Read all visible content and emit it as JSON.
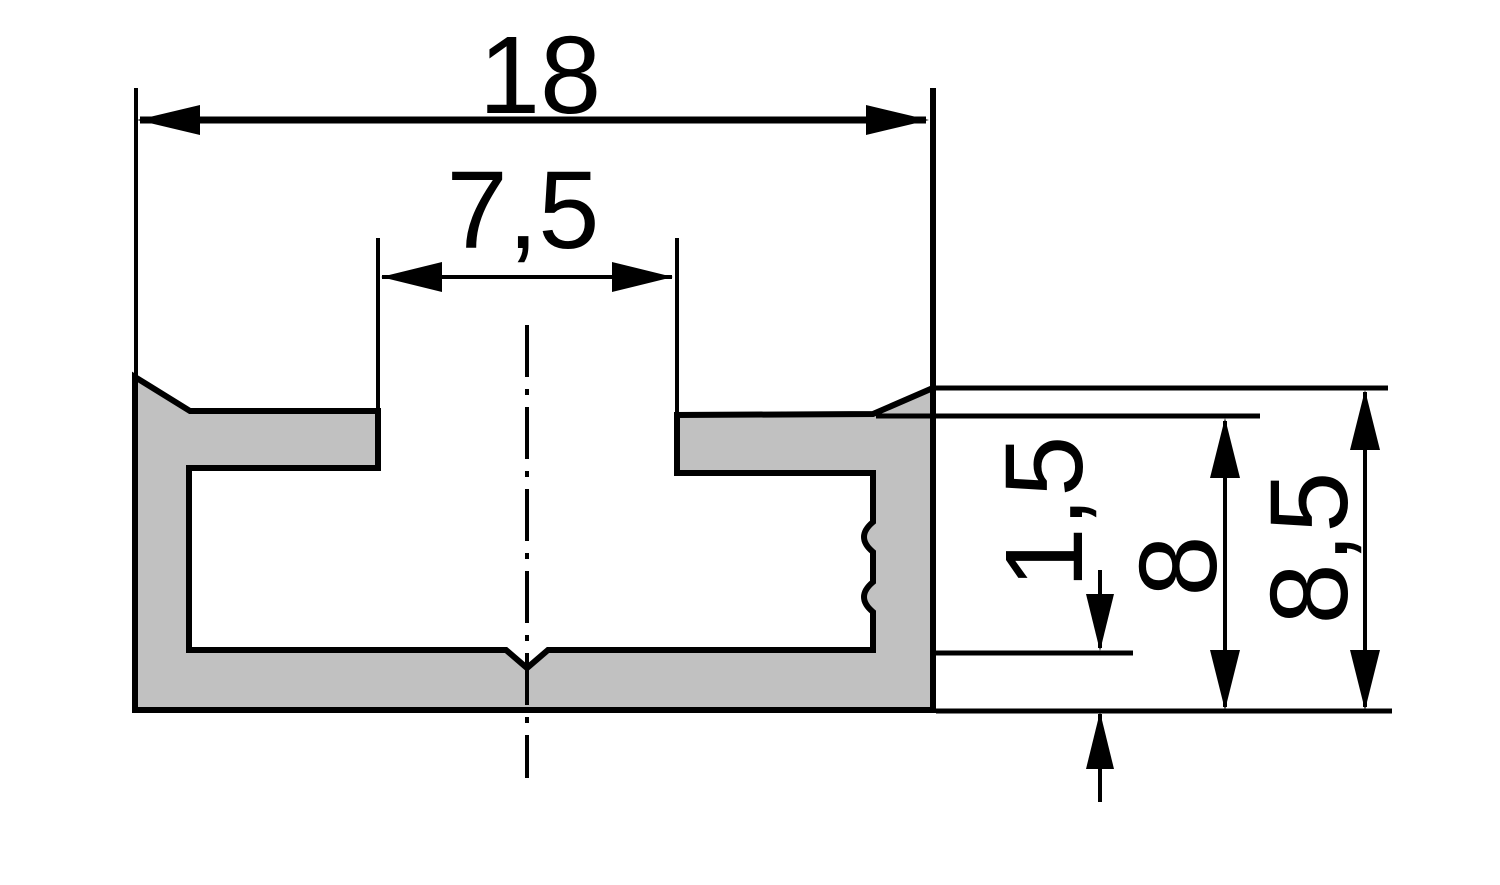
{
  "drawing": {
    "title": "t-slot-profile-cross-section",
    "labels": {
      "overall_width": "18",
      "slot_width": "7,5",
      "base_thickness": "1,5",
      "inner_height": "8",
      "overall_height": "8,5"
    },
    "colors": {
      "profile_fill": "#c1c1c1",
      "line": "#000000",
      "background": "#ffffff"
    }
  }
}
